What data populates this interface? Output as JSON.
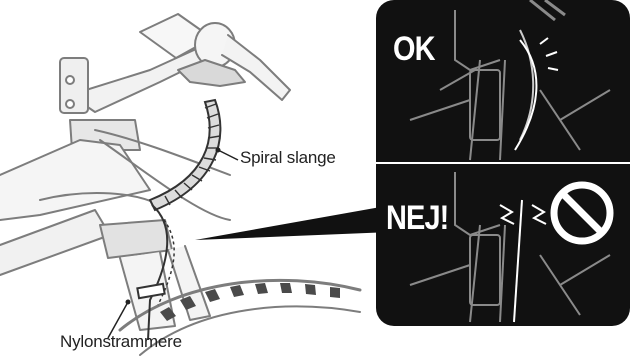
{
  "labels": {
    "spiral": "Spiral slange",
    "nylon": "Nylonstrammere"
  },
  "panels": {
    "ok": "OK",
    "nej": "NEJ!"
  },
  "icons": [
    "prohibition-icon"
  ],
  "colors": {
    "panel_bg": "#111111",
    "line_art": "#8a8a8a",
    "ink": "#222222",
    "white": "#ffffff"
  }
}
